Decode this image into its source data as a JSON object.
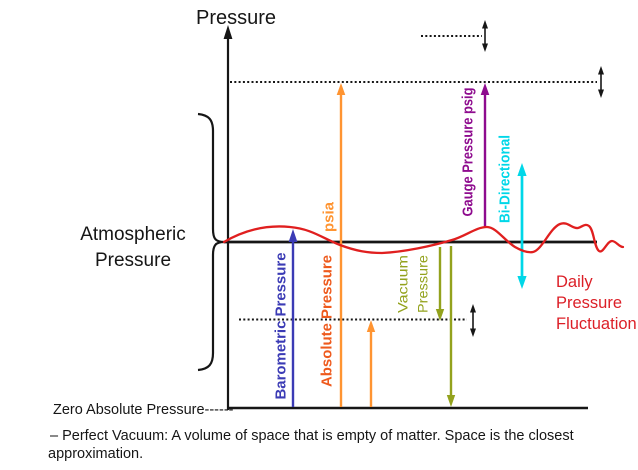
{
  "axis": {
    "title": "Pressure"
  },
  "left": {
    "atmospheric_line1": "Atmospheric",
    "atmospheric_line2": "Pressure",
    "zero_label": "Zero Absolute Pressure------"
  },
  "arrows": {
    "barometric": "Barometric Pressure",
    "absolute": "Absolute Pressure",
    "psia": "psia",
    "vacuum_line1": "Vacuum",
    "vacuum_line2": "Pressure",
    "gauge": "Gauge Pressure psig",
    "bidirectional": "Bi-Directional"
  },
  "annotations": {
    "daily_line1": "Daily",
    "daily_line2": "Pressure",
    "daily_line3": "Fluctuation",
    "caption_line1": "– Perfect Vacuum: A volume of space that is empty of matter. Space is the closest",
    "caption_line2": "approximation."
  },
  "palette": {
    "black": "#161616",
    "blue": "#3b3bb5",
    "orange": "#ff9431",
    "orange_red": "#ee5a1d",
    "olive": "#93a21d",
    "purple": "#8e0b8e",
    "cyan": "#00d7e8",
    "red_text": "#dc1f27",
    "red_curve": "#e01f1f"
  }
}
